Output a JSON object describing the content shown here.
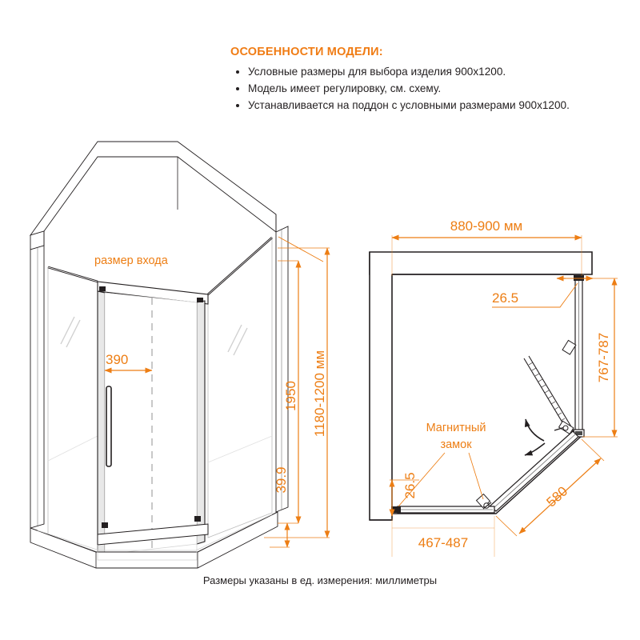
{
  "features": {
    "title": "ОСОБЕННОСТИ МОДЕЛИ:",
    "items": [
      "Условные размеры для выбора изделия 900x1200.",
      "Модель имеет регулировку, см. схему.",
      "Устанавливается на поддон с условными размерами 900x1200."
    ]
  },
  "footer": {
    "note": "Размеры указаны в ед. измерения: миллиметры"
  },
  "colors": {
    "accent": "#ED7E14",
    "title": "#F07C14",
    "line": "#231f20",
    "glass": "#aaaaaa"
  },
  "left_drawing": {
    "title": "3d-view",
    "entrance_label": "размер входа",
    "dim_entrance_width": "390",
    "dim_height_glass": "1950",
    "dim_base_height": "39.9",
    "dim_total_height": "1180-1200 мм"
  },
  "right_drawing": {
    "title": "top-view",
    "dim_top_width": "880-900 мм",
    "dim_profile_top": "26.5",
    "dim_profile_bottom": "26.5",
    "dim_right_side": "767-787",
    "dim_bottom_side": "467-487",
    "dim_diagonal": "580",
    "lock_label_line1": "Магнитный",
    "lock_label_line2": "замок"
  }
}
